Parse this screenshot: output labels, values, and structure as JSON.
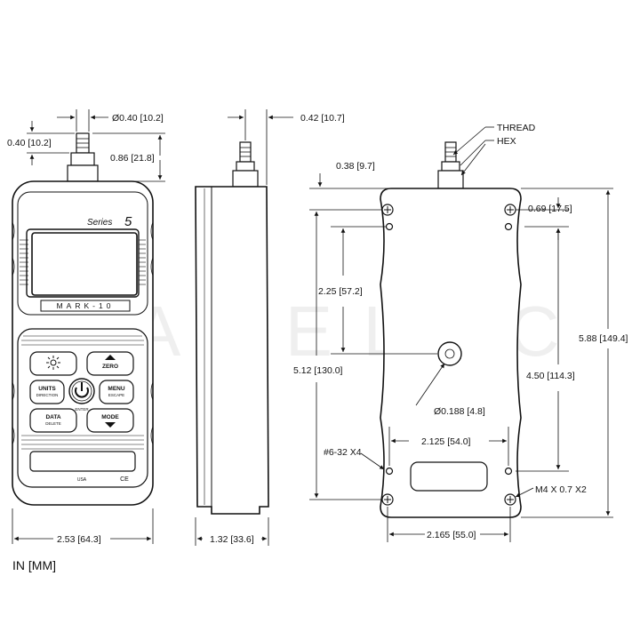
{
  "units_note": "IN [MM]",
  "front": {
    "series_label": "Series",
    "series_num": "5",
    "brand": "MARK-10",
    "keys": {
      "zero": "ZERO",
      "units": "UNITS",
      "units_sub": "DIRECTION",
      "menu": "MENU",
      "menu_sub": "ESCAPE",
      "enter": "ENTER",
      "data": "DATA",
      "data_sub": "DELETE",
      "mode": "MODE"
    },
    "made_in": "USA",
    "ce_mark": "CE"
  },
  "dimensions": {
    "stud_width": "0.40 [10.2]",
    "stud_diameter": "Ø0.40 [10.2]",
    "stud_height": "0.86 [21.8]",
    "overall_width": "2.53 [64.3]",
    "side_stud_offset": "0.42 [10.7]",
    "side_depth": "1.32 [33.6]",
    "thread": "THREAD",
    "hex": "HEX",
    "back_top_offset": "0.38 [9.7]",
    "hole_edge_offset": "0.69 [17.5]",
    "hole_spacing_upper": "2.25 [57.2]",
    "hole_spacing_tall": "5.12 [130.0]",
    "hole_spacing_right": "4.50 [114.3]",
    "overall_height": "5.88 [149.4]",
    "center_hole": "Ø0.188 [4.8]",
    "lower_hole_spacing": "2.125 [54.0]",
    "screw_spec": "#6-32 X4",
    "metric_screw": "M4 X 0.7 X2",
    "bottom_hole_spacing": "2.165 [55.0]"
  }
}
